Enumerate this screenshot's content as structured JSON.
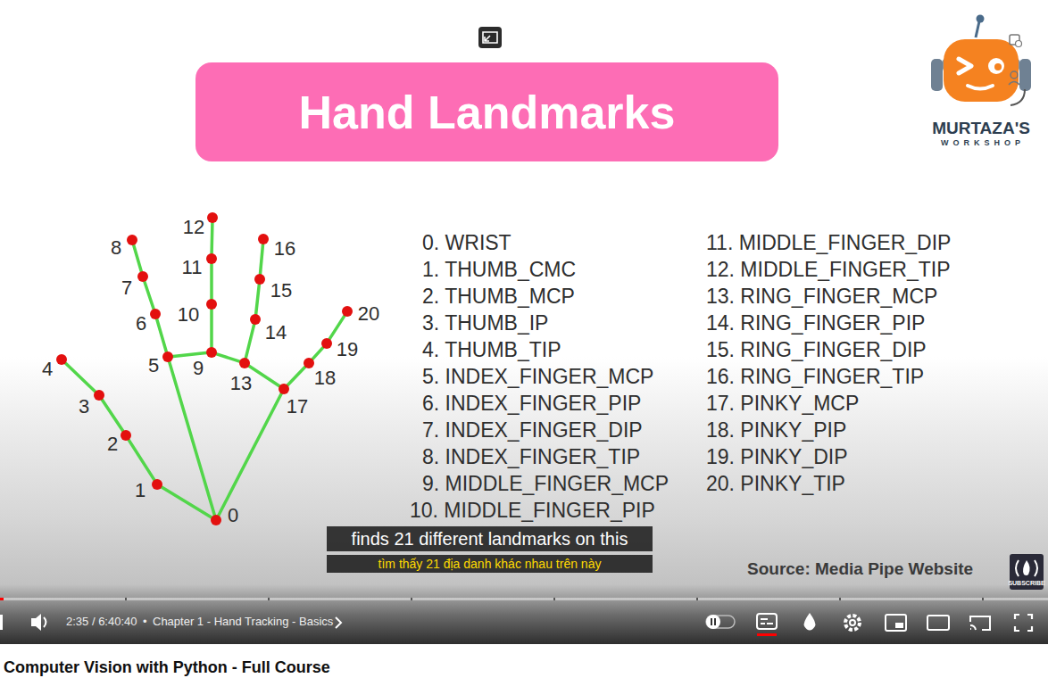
{
  "diagram": {
    "title": "Hand Landmarks",
    "nodes": [
      {
        "text": [
          "0"
        ]
      },
      {
        "text": [
          "1"
        ]
      },
      {
        "text": [
          "2"
        ]
      },
      {
        "text": [
          "3"
        ]
      },
      {
        "text": [
          "4"
        ]
      },
      {
        "text": [
          "5"
        ]
      },
      {
        "text": [
          "6"
        ]
      },
      {
        "text": [
          "7"
        ]
      },
      {
        "text": [
          "8"
        ]
      },
      {
        "text": [
          "9"
        ]
      },
      {
        "text": [
          "10"
        ]
      },
      {
        "text": [
          "11"
        ]
      },
      {
        "text": [
          "12"
        ]
      },
      {
        "text": [
          "13"
        ]
      },
      {
        "text": [
          "14"
        ]
      },
      {
        "text": [
          "15"
        ]
      },
      {
        "text": [
          "16"
        ]
      },
      {
        "text": [
          "17"
        ]
      },
      {
        "text": [
          "18"
        ]
      },
      {
        "text": [
          "19"
        ]
      },
      {
        "text": [
          "20"
        ]
      },
      {
        "text": [
          "finds 21 different landmarks on this"
        ]
      },
      {
        "text": [
          "tìm thấy 21 địa danh khác nhau trên này"
        ]
      }
    ],
    "edges": [
      {
        "from": 0,
        "to": 1,
        "arrow": "none"
      },
      {
        "from": 1,
        "to": 2,
        "arrow": "none"
      },
      {
        "from": 2,
        "to": 3,
        "arrow": "none"
      },
      {
        "from": 3,
        "to": 4,
        "arrow": "none"
      },
      {
        "from": 0,
        "to": 5,
        "arrow": "none"
      },
      {
        "from": 5,
        "to": 6,
        "arrow": "none"
      },
      {
        "from": 6,
        "to": 7,
        "arrow": "none"
      },
      {
        "from": 7,
        "to": 8,
        "arrow": "none"
      },
      {
        "from": 5,
        "to": 9,
        "arrow": "none"
      },
      {
        "from": 9,
        "to": 10,
        "arrow": "none"
      },
      {
        "from": 10,
        "to": 11,
        "arrow": "none"
      },
      {
        "from": 11,
        "to": 12,
        "arrow": "none"
      },
      {
        "from": 9,
        "to": 13,
        "arrow": "none"
      },
      {
        "from": 13,
        "to": 14,
        "arrow": "none"
      },
      {
        "from": 14,
        "to": 15,
        "arrow": "none"
      },
      {
        "from": 15,
        "to": 16,
        "arrow": "none"
      },
      {
        "from": 13,
        "to": 17,
        "arrow": "none"
      },
      {
        "from": 17,
        "to": 18,
        "arrow": "none"
      },
      {
        "from": 18,
        "to": 19,
        "arrow": "none"
      },
      {
        "from": 19,
        "to": 20,
        "arrow": "none"
      },
      {
        "from": 0,
        "to": 17,
        "arrow": "none"
      }
    ],
    "labels": [
      "0. WRIST",
      "1. THUMB_CMC",
      "2. THUMB_MCP",
      "3. THUMB_IP",
      "4. THUMB_TIP",
      "5. INDEX_FINGER_MCP",
      "6. INDEX_FINGER_PIP",
      "7. INDEX_FINGER_DIP",
      "8. INDEX_FINGER_TIP",
      "9. MIDDLE_FINGER_MCP",
      "10. MIDDLE_FINGER_PIP",
      "11. MIDDLE_FINGER_DIP",
      "12. MIDDLE_FINGER_TIP",
      "13. RING_FINGER_MCP",
      "14. RING_FINGER_PIP",
      "15. RING_FINGER_DIP",
      "16. RING_FINGER_TIP",
      "17. PINKY_MCP",
      "18. PINKY_PIP",
      "19. PINKY_DIP",
      "20. PINKY_TIP",
      "Source: Media Pipe Website",
      "MURTAZA'S",
      "WORKSHOP",
      "SUBSCRIBE",
      "2:35 / 6:40:40",
      "•",
      "Chapter 1 - Hand Tracking - Basics",
      "Computer Vision with Python - Full Course"
    ]
  }
}
